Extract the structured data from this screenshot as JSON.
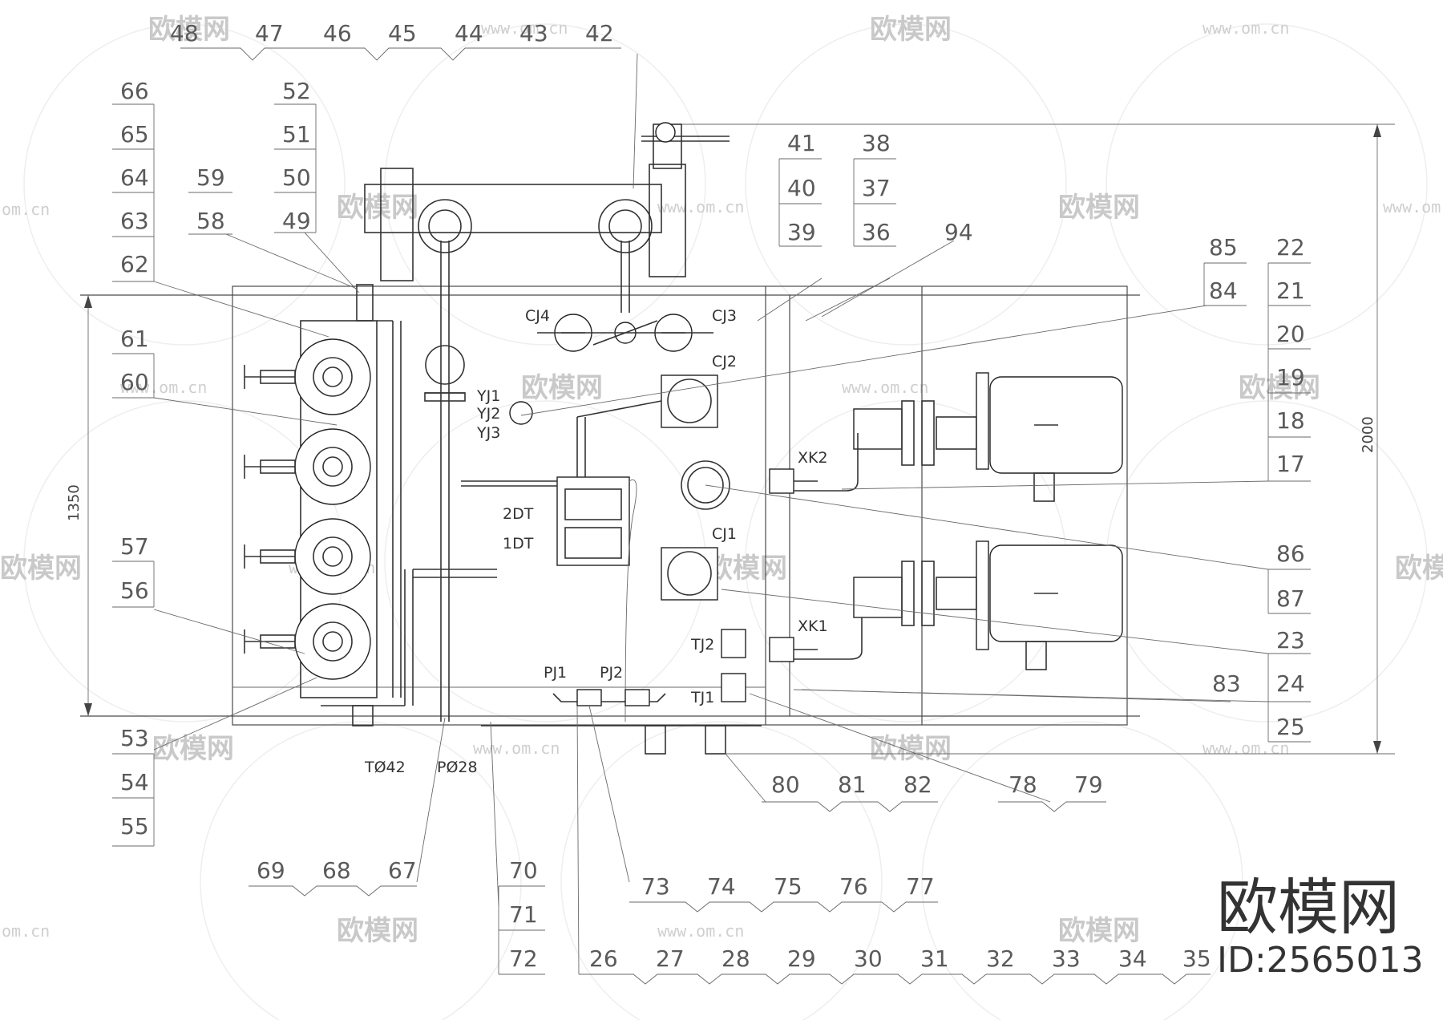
{
  "callouts_top": [
    "48",
    "47",
    "46",
    "45",
    "44",
    "43",
    "42"
  ],
  "stack_66_62": [
    "66",
    "65",
    "64",
    "63",
    "62"
  ],
  "stack_52_49": [
    "52",
    "51",
    "50",
    "49"
  ],
  "stack_59_58": [
    "59",
    "58"
  ],
  "stack_41_39": [
    "41",
    "40",
    "39"
  ],
  "stack_38_36": [
    "38",
    "37",
    "36"
  ],
  "callout_94": "94",
  "stack_85_84": [
    "85",
    "84"
  ],
  "stack_22_17": [
    "22",
    "21",
    "20",
    "19",
    "18",
    "17"
  ],
  "stack_61_60": [
    "61",
    "60"
  ],
  "stack_57_56": [
    "57",
    "56"
  ],
  "stack_86_87": [
    "86",
    "87"
  ],
  "stack_23_25": [
    "23",
    "24",
    "25"
  ],
  "callout_83": "83",
  "stack_53_55": [
    "53",
    "54",
    "55"
  ],
  "callouts_80_82": [
    "80",
    "81",
    "82"
  ],
  "callouts_78_79": [
    "78",
    "79"
  ],
  "callouts_69_67": [
    "69",
    "68",
    "67"
  ],
  "stack_70_72": [
    "70",
    "71",
    "72"
  ],
  "callouts_73_77": [
    "73",
    "74",
    "75",
    "76",
    "77"
  ],
  "callouts_26_35": [
    "26",
    "27",
    "28",
    "29",
    "30",
    "31",
    "32",
    "33",
    "34",
    "35"
  ],
  "component_tags": {
    "cj4": "CJ4",
    "cj3": "CJ3",
    "cj2": "CJ2",
    "cj1": "CJ1",
    "yj1": "YJ1",
    "yj2": "YJ2",
    "yj3": "YJ3",
    "dt2": "2DT",
    "dt1": "1DT",
    "xk2": "XK2",
    "xk1": "XK1",
    "tj2": "TJ2",
    "tj1": "TJ1",
    "pj1": "PJ1",
    "pj2": "PJ2",
    "t42": "TØ42",
    "p28": "PØ28"
  },
  "dimensions": {
    "height_left": "1350",
    "height_right": "2000"
  },
  "watermark": {
    "brand": "欧模网",
    "url": "www.om.cn",
    "url_partial": "om.cn"
  },
  "brand": {
    "name": "欧模网",
    "id": "ID:2565013"
  }
}
